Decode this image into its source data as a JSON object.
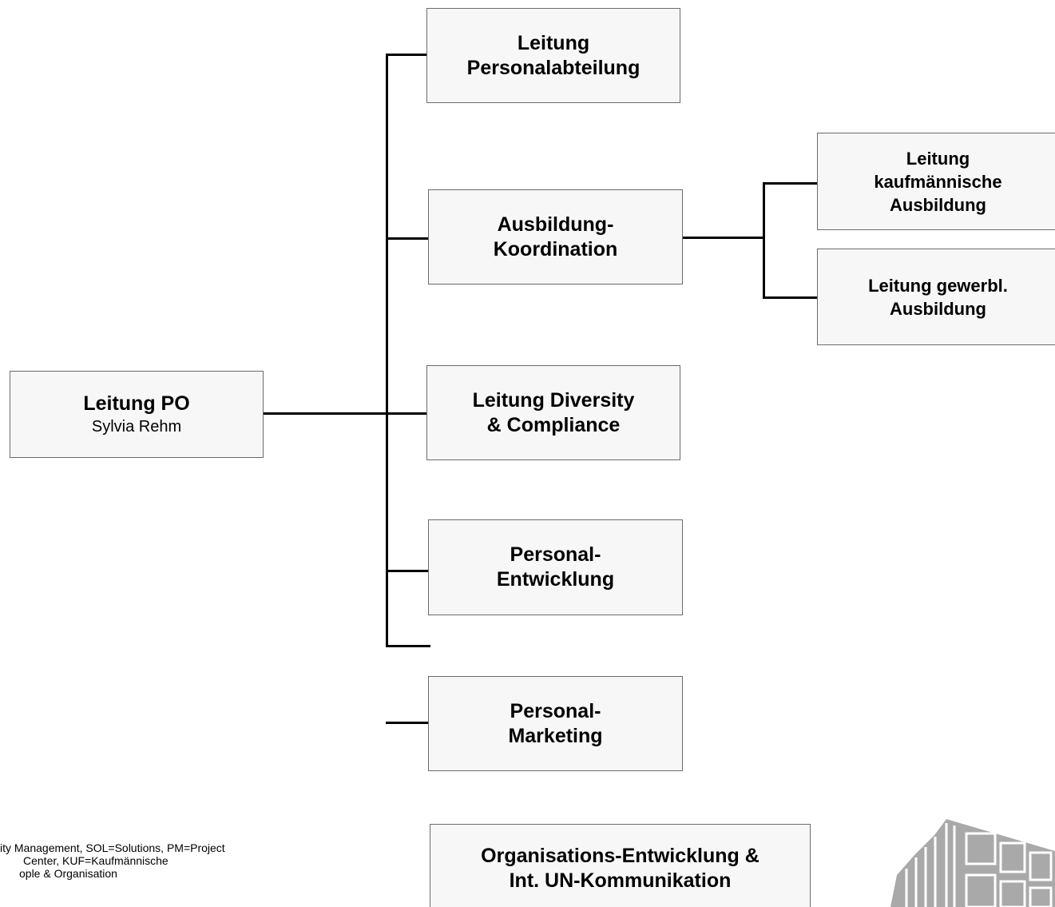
{
  "chart": {
    "root": {
      "title": "Leitung PO",
      "subtitle": "Sylvia Rehm"
    },
    "level1": [
      {
        "title": "Leitung\nPersonalabteilung"
      },
      {
        "title": "Ausbildung-\nKoordination"
      },
      {
        "title": "Leitung Diversity\n& Compliance"
      },
      {
        "title": "Personal-\nEntwicklung"
      },
      {
        "title": "Personal-\nMarketing"
      },
      {
        "title": "Organisations-Entwicklung &\nInt. UN-Kommunikation"
      }
    ],
    "level2": [
      {
        "title": "Leitung\nkaufmännische\nAusbildung"
      },
      {
        "title": "Leitung gewerbl.\nAusbildung"
      }
    ]
  },
  "footnote": {
    "lines": [
      "ity Management, SOL=Solutions, PM=Project",
      "Center, KUF=Kaufmännische",
      "ople & Organisation"
    ]
  },
  "logo": {
    "icon": "building-logo-icon",
    "color": "#a9a9a9"
  }
}
